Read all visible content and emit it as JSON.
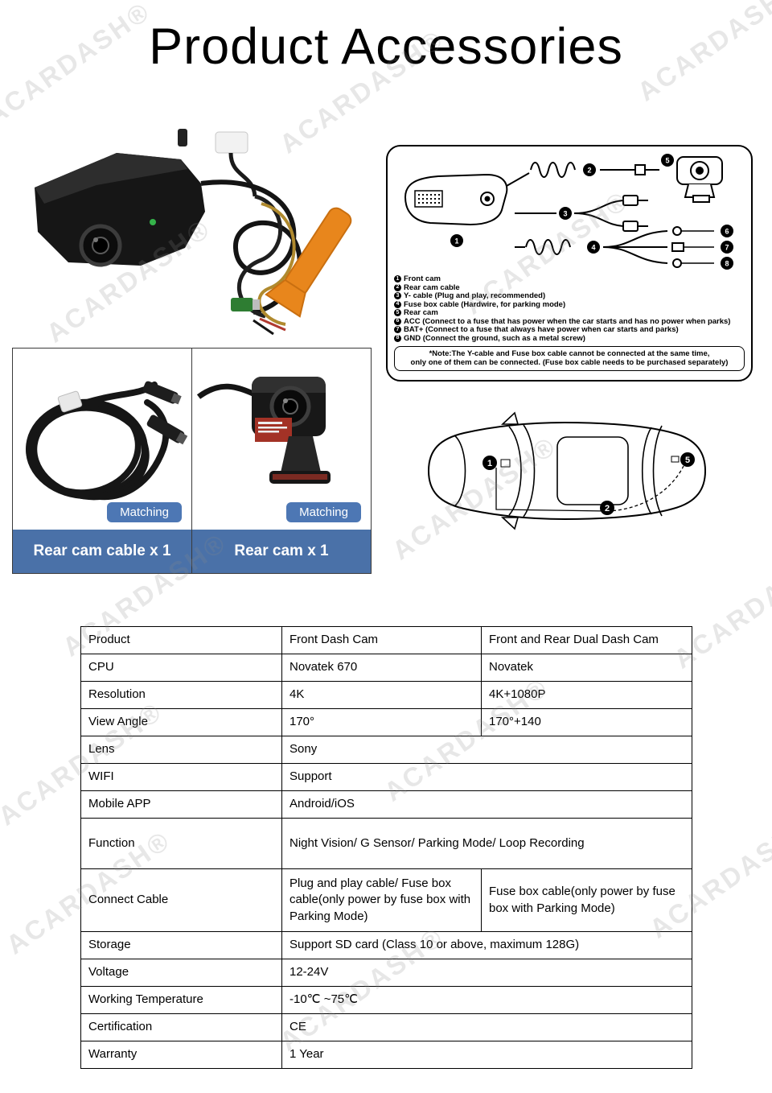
{
  "page": {
    "title": "Product Accessories",
    "watermark": "ACARDASH®"
  },
  "colors": {
    "bar_blue": "#4a71a8",
    "badge_blue": "#4d77b4",
    "tool_orange": "#e8861c",
    "sticker_red": "#a33226"
  },
  "diagram": {
    "legend": [
      {
        "num": "1",
        "text": "Front cam"
      },
      {
        "num": "2",
        "text": "Rear cam cable"
      },
      {
        "num": "3",
        "text": "Y- cable (Plug and play, recommended)"
      },
      {
        "num": "4",
        "text": "Fuse box cable (Hardwire, for parking mode)"
      },
      {
        "num": "5",
        "text": "Rear cam"
      },
      {
        "num": "6",
        "text": "ACC (Connect to a fuse that has power when the car starts and has no power when parks)"
      },
      {
        "num": "7",
        "text": "BAT+ (Connect to a fuse that always have power when car starts and parks)"
      },
      {
        "num": "8",
        "text": "GND (Connect the ground, such as a metal screw)"
      }
    ],
    "note_line1": "*Note:The Y-cable and Fuse box cable cannot be connected at the same time,",
    "note_line2": "only one of them can be connected. (Fuse box cable needs to be purchased separately)"
  },
  "matching": {
    "items": [
      {
        "badge": "Matching",
        "label": "Rear cam cable x 1"
      },
      {
        "badge": "Matching",
        "label": "Rear cam x 1"
      }
    ]
  },
  "spec_table": {
    "rows": [
      {
        "label": "Product",
        "col2": "Front Dash Cam",
        "col3": "Front and Rear Dual Dash Cam"
      },
      {
        "label": "CPU",
        "col2": "Novatek 670",
        "col3": "Novatek"
      },
      {
        "label": "Resolution",
        "col2": "4K",
        "col3": "4K+1080P"
      },
      {
        "label": "View Angle",
        "col2": "170°",
        "col3": "170°+140"
      },
      {
        "label": "Lens",
        "col2": "Sony"
      },
      {
        "label": "WIFI",
        "col2": "Support"
      },
      {
        "label": "Mobile APP",
        "col2": "Android/iOS"
      },
      {
        "label": "Function",
        "col2": "Night Vision/ G Sensor/ Parking Mode/ Loop Recording"
      },
      {
        "label": "Connect Cable",
        "col2": "Plug and play cable/ Fuse box cable(only power by fuse box with Parking Mode)",
        "col3": "Fuse box cable(only power by fuse box with Parking Mode)"
      },
      {
        "label": "Storage",
        "col2": "Support SD card (Class 10 or above, maximum 128G)"
      },
      {
        "label": "Voltage",
        "col2": "12-24V"
      },
      {
        "label": "Working Temperature",
        "col2": "-10℃ ~75℃"
      },
      {
        "label": "Certification",
        "col2": "CE"
      },
      {
        "label": "Warranty",
        "col2": "1 Year"
      }
    ]
  }
}
